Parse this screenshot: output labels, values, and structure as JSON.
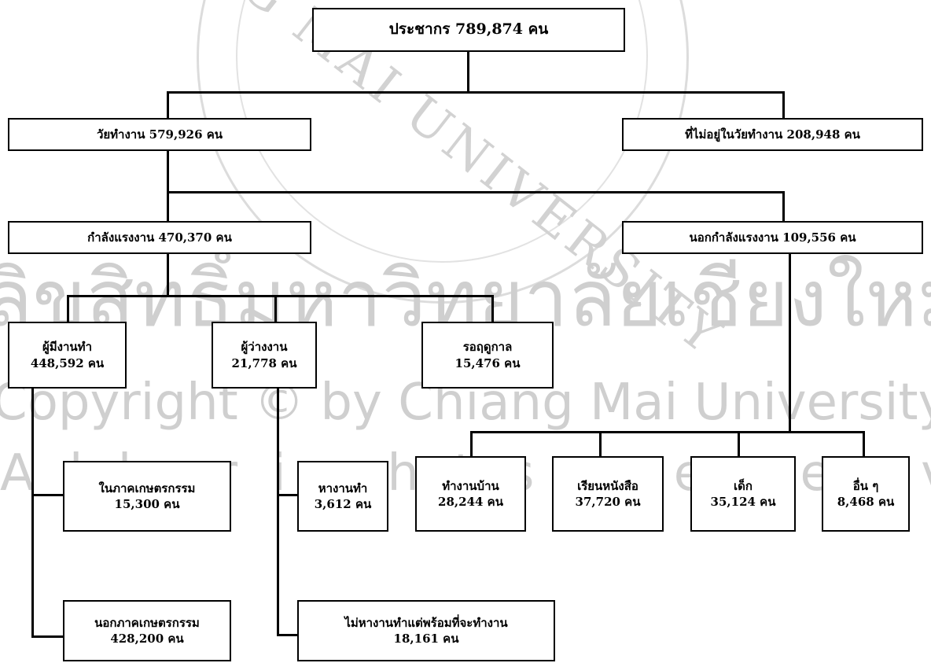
{
  "watermark": {
    "university_en": "NG MAI UNIVERSITY",
    "thai_line": "ลิขสิทธิ์มหาวิทยาลัยเชียงใหม่",
    "copyright_line": "Copyright © by Chiang Mai University",
    "rights_line": "All rights reserved"
  },
  "diagram": {
    "population": "ประชากร 789,874 คน",
    "working_age": "วัยทำงาน 579,926 คน",
    "non_working_age": "ที่ไม่อยู่ในวัยทำงาน 208,948 คน",
    "labor_force": "กำลังแรงงาน 470,370 คน",
    "outside_labor_force": "นอกกำลังแรงงาน 109,556 คน",
    "employed": {
      "label": "ผู้มีงานทำ",
      "value": "448,592 คน"
    },
    "unemployed": {
      "label": "ผู้ว่างงาน",
      "value": "21,778 คน"
    },
    "seasonal": {
      "label": "รอฤดูกาล",
      "value": "15,476 คน"
    },
    "agri": {
      "label": "ในภาคเกษตรกรรม",
      "value": "15,300 คน"
    },
    "non_agri": {
      "label": "นอกภาคเกษตรกรรม",
      "value": "428,200 คน"
    },
    "seeking": {
      "label": "หางานทำ",
      "value": "3,612 คน"
    },
    "available": {
      "label": "ไม่หางานทำแต่พร้อมที่จะทำงาน",
      "value": "18,161 คน"
    },
    "housework": {
      "label": "ทำงานบ้าน",
      "value": "28,244 คน"
    },
    "studying": {
      "label": "เรียนหนังสือ",
      "value": "37,720 คน"
    },
    "children": {
      "label": "เด็ก",
      "value": "35,124 คน"
    },
    "others": {
      "label": "อื่น ๆ",
      "value": "8,468 คน"
    }
  }
}
